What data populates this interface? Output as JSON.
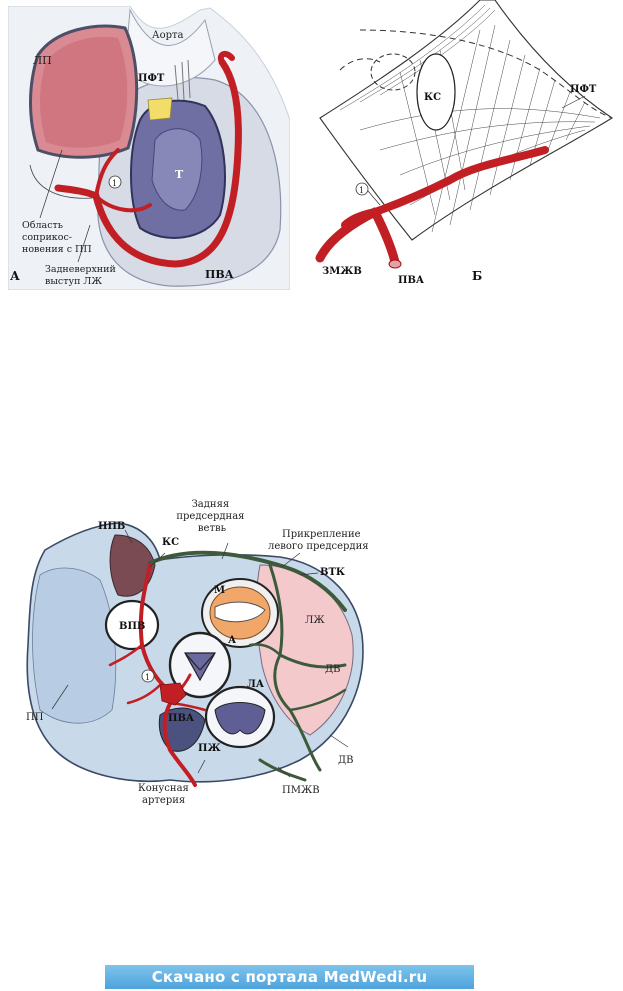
{
  "figure_a": {
    "panel_letter": "А",
    "labels": {
      "lp": "ЛП",
      "aorta": "Аорта",
      "pft": "ПФТ",
      "t": "Т",
      "pva": "ПВА",
      "marker": "1",
      "contact_area": [
        "Область",
        "соприкос-",
        "новения с ПП"
      ],
      "posterior_ridge": [
        "Задневерхний",
        "выступ ЛЖ"
      ]
    }
  },
  "figure_b": {
    "panel_letter": "Б",
    "labels": {
      "ks": "КС",
      "pft": "ПФТ",
      "marker": "1",
      "zmzhv": "ЗМЖВ",
      "pva": "ПВА"
    }
  },
  "figure_c": {
    "labels": {
      "npv": "НПВ",
      "ks": "КС",
      "posterior_atrial_branch": [
        "Задняя",
        "предсердная",
        "ветвь"
      ],
      "left_atrium_attachment": [
        "Прикрепление",
        "левого предсердия"
      ],
      "vtk": "ВТК",
      "m": "М",
      "vpv": "ВПВ",
      "a": "А",
      "lzh": "ЛЖ",
      "dv1": "ДВ",
      "la": "ЛА",
      "marker": "1",
      "pva": "ПВА",
      "pp": "ПП",
      "pzh": "ПЖ",
      "dv2": "ДВ",
      "conus_artery": [
        "Конусная",
        "артерия"
      ],
      "pmzhv": "ПМЖВ"
    }
  },
  "footer": {
    "banner": "Скачано с портала MedWedi.ru",
    "colors": {
      "banner_top": "#7ec3ea",
      "banner_bottom": "#4ea3dc",
      "artery": "#c21f24"
    }
  }
}
